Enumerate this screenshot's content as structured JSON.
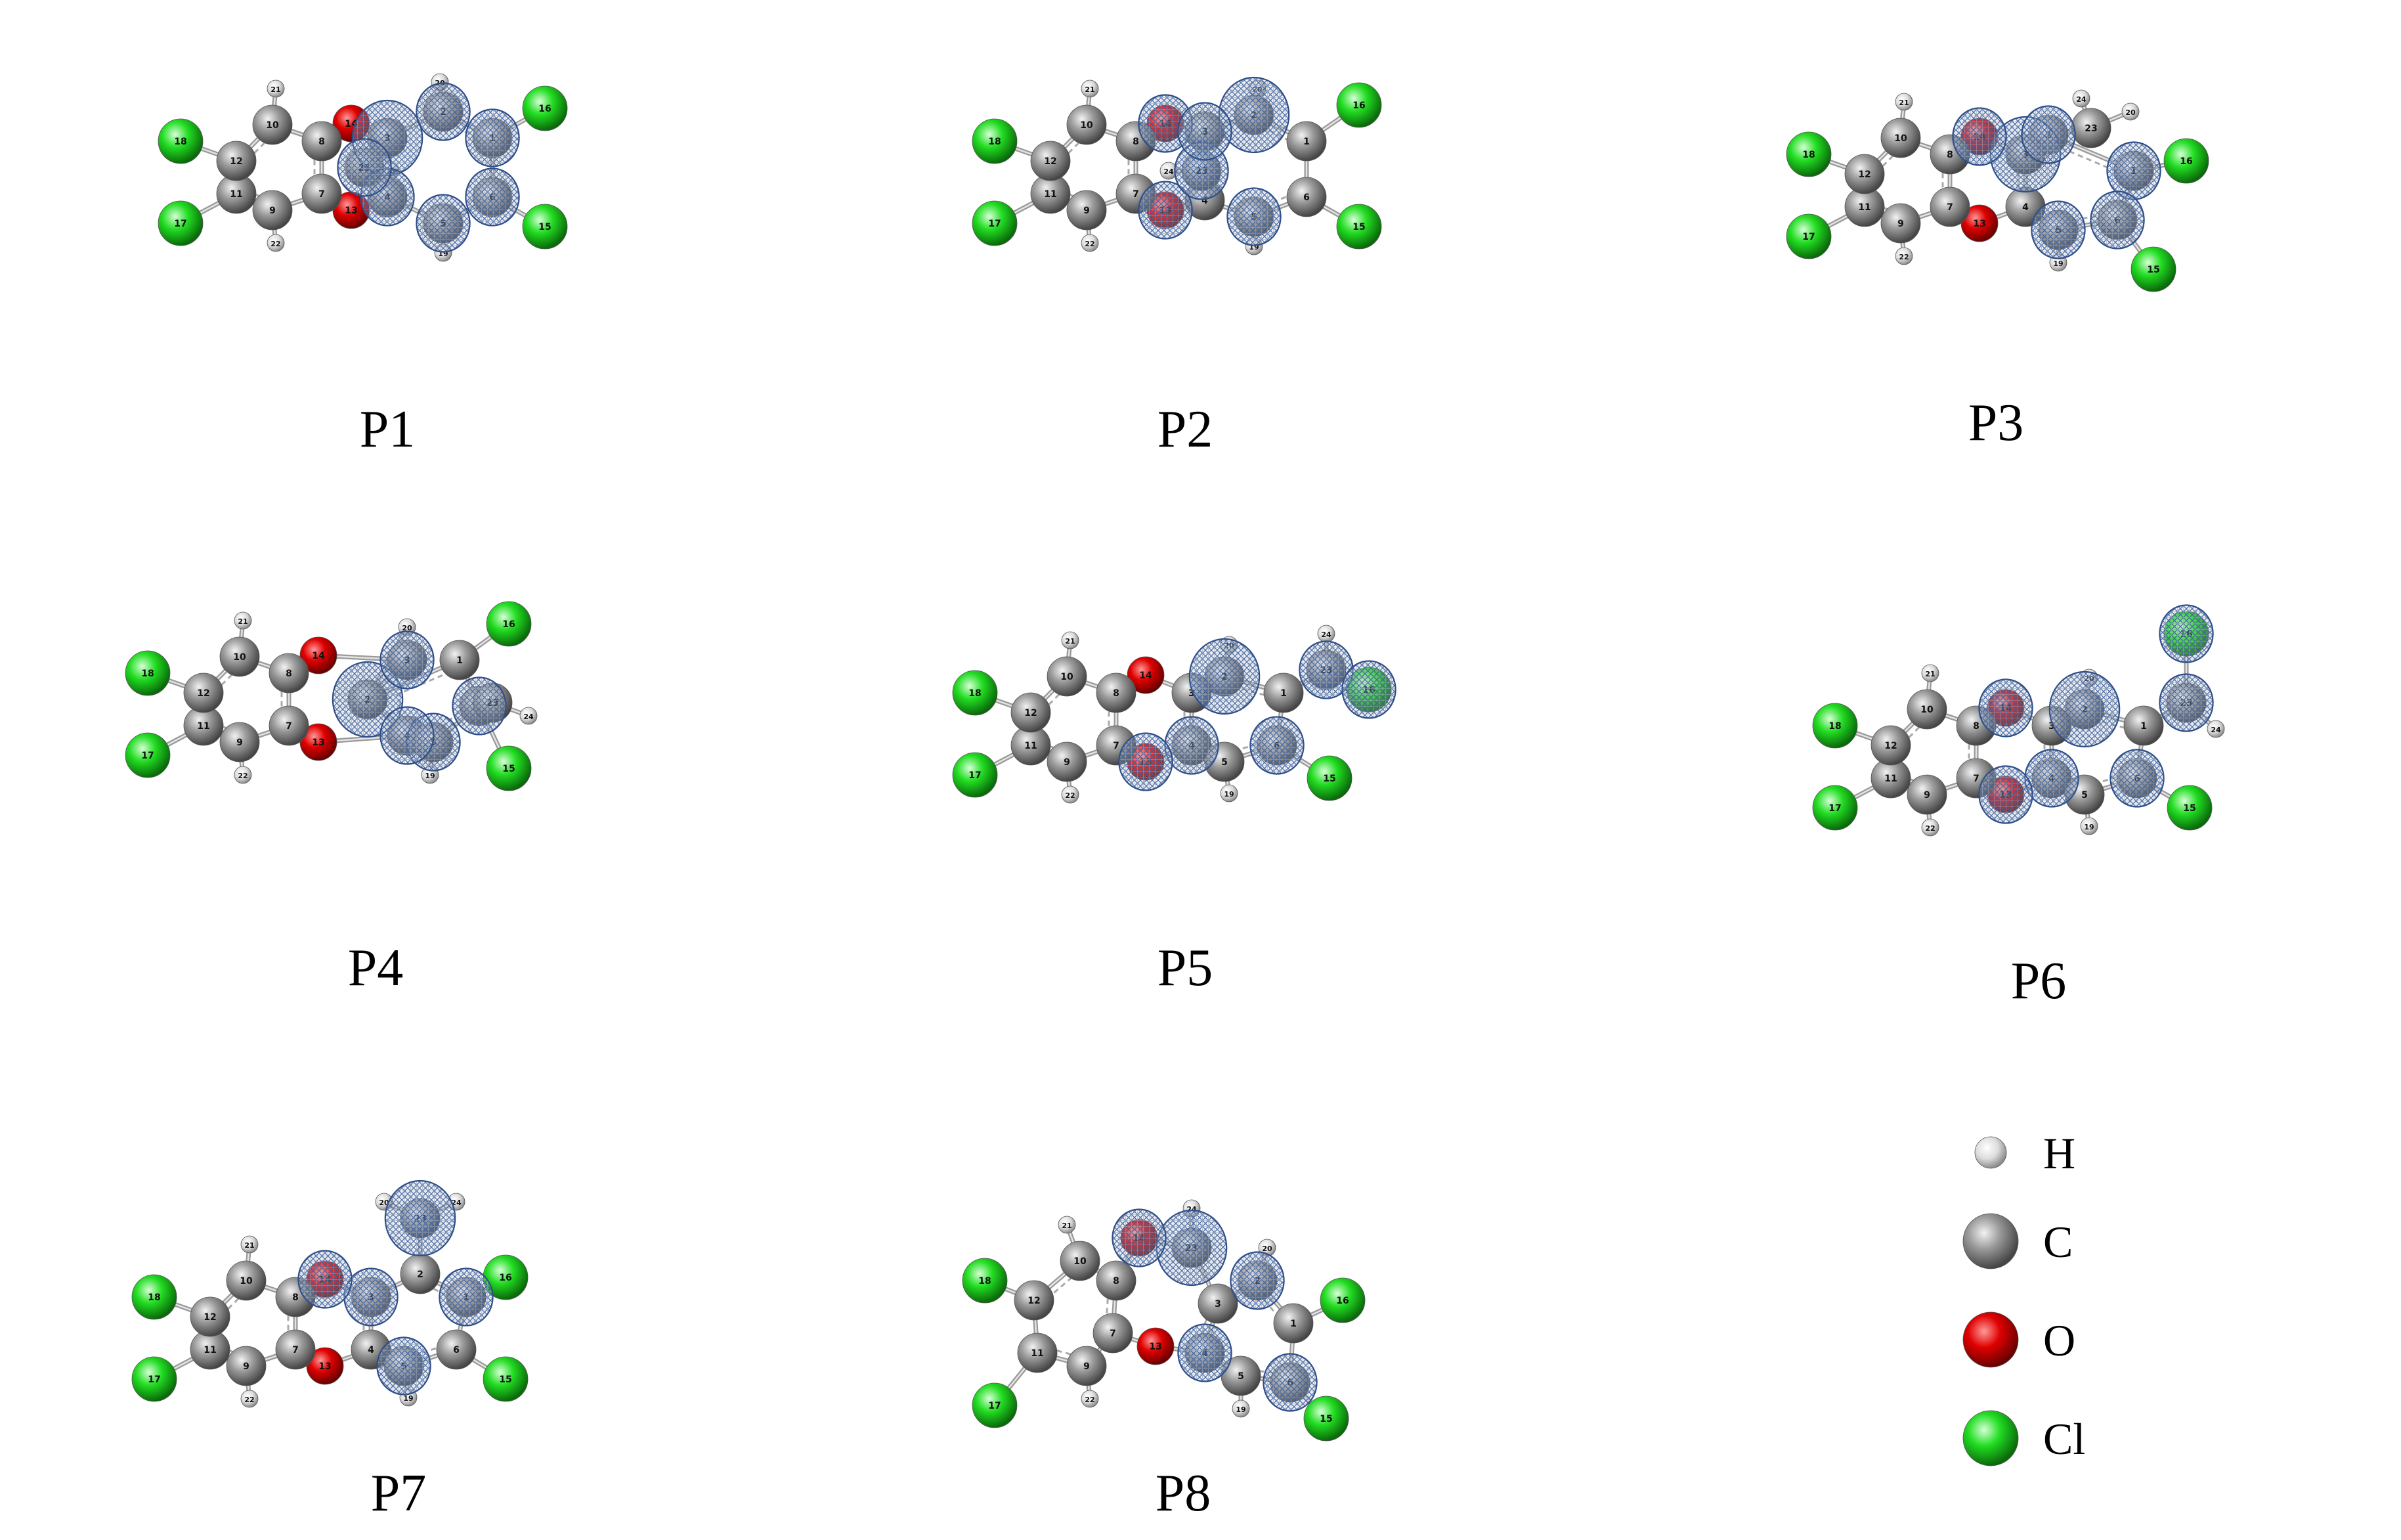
{
  "panels": [
    {
      "label": "P1",
      "spin": [
        3,
        4,
        2,
        5,
        1,
        6,
        23
      ]
    },
    {
      "label": "P2",
      "spin": [
        2,
        14,
        13,
        23,
        5,
        3
      ]
    },
    {
      "label": "P3",
      "spin": [
        3,
        2,
        1,
        6,
        5,
        14
      ]
    },
    {
      "label": "P4",
      "spin": [
        2,
        5,
        6,
        4,
        3
      ]
    },
    {
      "label": "P5",
      "spin": [
        2,
        23,
        16,
        4,
        6,
        13
      ]
    },
    {
      "label": "P6",
      "spin": [
        2,
        23,
        16,
        4,
        6,
        13,
        14
      ]
    },
    {
      "label": "P7",
      "spin": [
        23,
        3,
        1,
        5,
        14
      ]
    },
    {
      "label": "P8",
      "spin": [
        23,
        2,
        4,
        6,
        14
      ]
    }
  ],
  "legend": [
    {
      "symbol": "H",
      "color": "#e8e8e8"
    },
    {
      "symbol": "C",
      "color": "#8a8a8a"
    },
    {
      "symbol": "O",
      "color": "#e00000"
    },
    {
      "symbol": "Cl",
      "color": "#22dd22"
    }
  ],
  "colors": {
    "hydrogen": "#e8e8e8",
    "carbon": "#8a8a8a",
    "oxygen": "#e00000",
    "chlorine": "#22dd22",
    "spin_density_mesh": "#3f5f9a"
  }
}
